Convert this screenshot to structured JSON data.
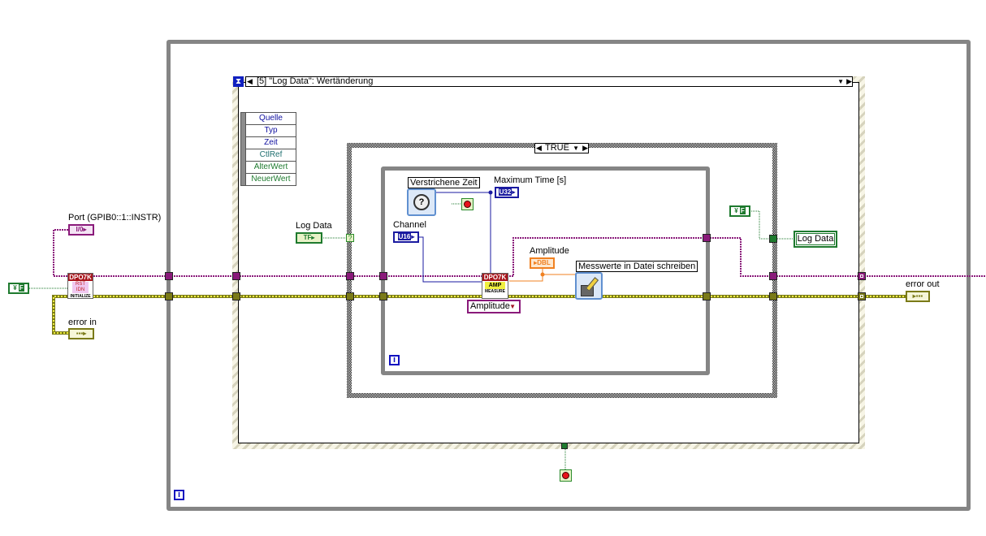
{
  "outer_loop": {
    "iteration_terminal": "i"
  },
  "event_structure": {
    "case_label": "[5] \"Log Data\": Wertänderung",
    "timeout_icon": "hourglass-icon",
    "event_data_fields": [
      "Quelle",
      "Typ",
      "Zeit",
      "CtlRef",
      "AlterWert",
      "NeuerWert"
    ]
  },
  "case_structure": {
    "selector_value": "TRUE"
  },
  "inner_loop": {
    "iteration_terminal": "i"
  },
  "controls": {
    "port": {
      "label": "Port (GPIB0::1::INSTR)",
      "glyph": "I/0"
    },
    "error_in": {
      "label": "error in"
    },
    "error_out": {
      "label": "error out"
    },
    "bool_const_left": {
      "glyph": "F"
    },
    "log_data_terminal": {
      "label": "Log Data",
      "glyph": "TF"
    },
    "bool_const_right": {
      "glyph": "F"
    },
    "log_data_local": {
      "label": "Log Data"
    },
    "channel": {
      "label": "Channel",
      "glyph": "U16"
    },
    "max_time": {
      "label": "Maximum Time [s]",
      "glyph": "U32"
    },
    "elapsed_time": {
      "label": "Verstrichene Zeit"
    },
    "amplitude_indicator": {
      "label": "Amplitude",
      "glyph": "DBL"
    },
    "amplitude_enum": {
      "value": "Amplitude"
    },
    "write_file": {
      "label": "Messwerte in Datei schreiben"
    },
    "tunnel_question": "?"
  },
  "subvis": {
    "initialize": {
      "header": "DPO7K",
      "footer": "INITIALIZE",
      "icon_text": "RST IDN"
    },
    "amp_measure": {
      "header": "DPO7K",
      "footer": "MEASURE",
      "icon_text": "AMP"
    }
  },
  "colors": {
    "error_wire": "#7a7a18",
    "refnum_wire": "#8a1a7a",
    "boolean_wire": "#1e7a2e",
    "numeric_int_wire": "#1a1aa0",
    "double_wire": "#f08020",
    "loop_frame": "#858585",
    "iteration_blue": "#1010c0"
  }
}
